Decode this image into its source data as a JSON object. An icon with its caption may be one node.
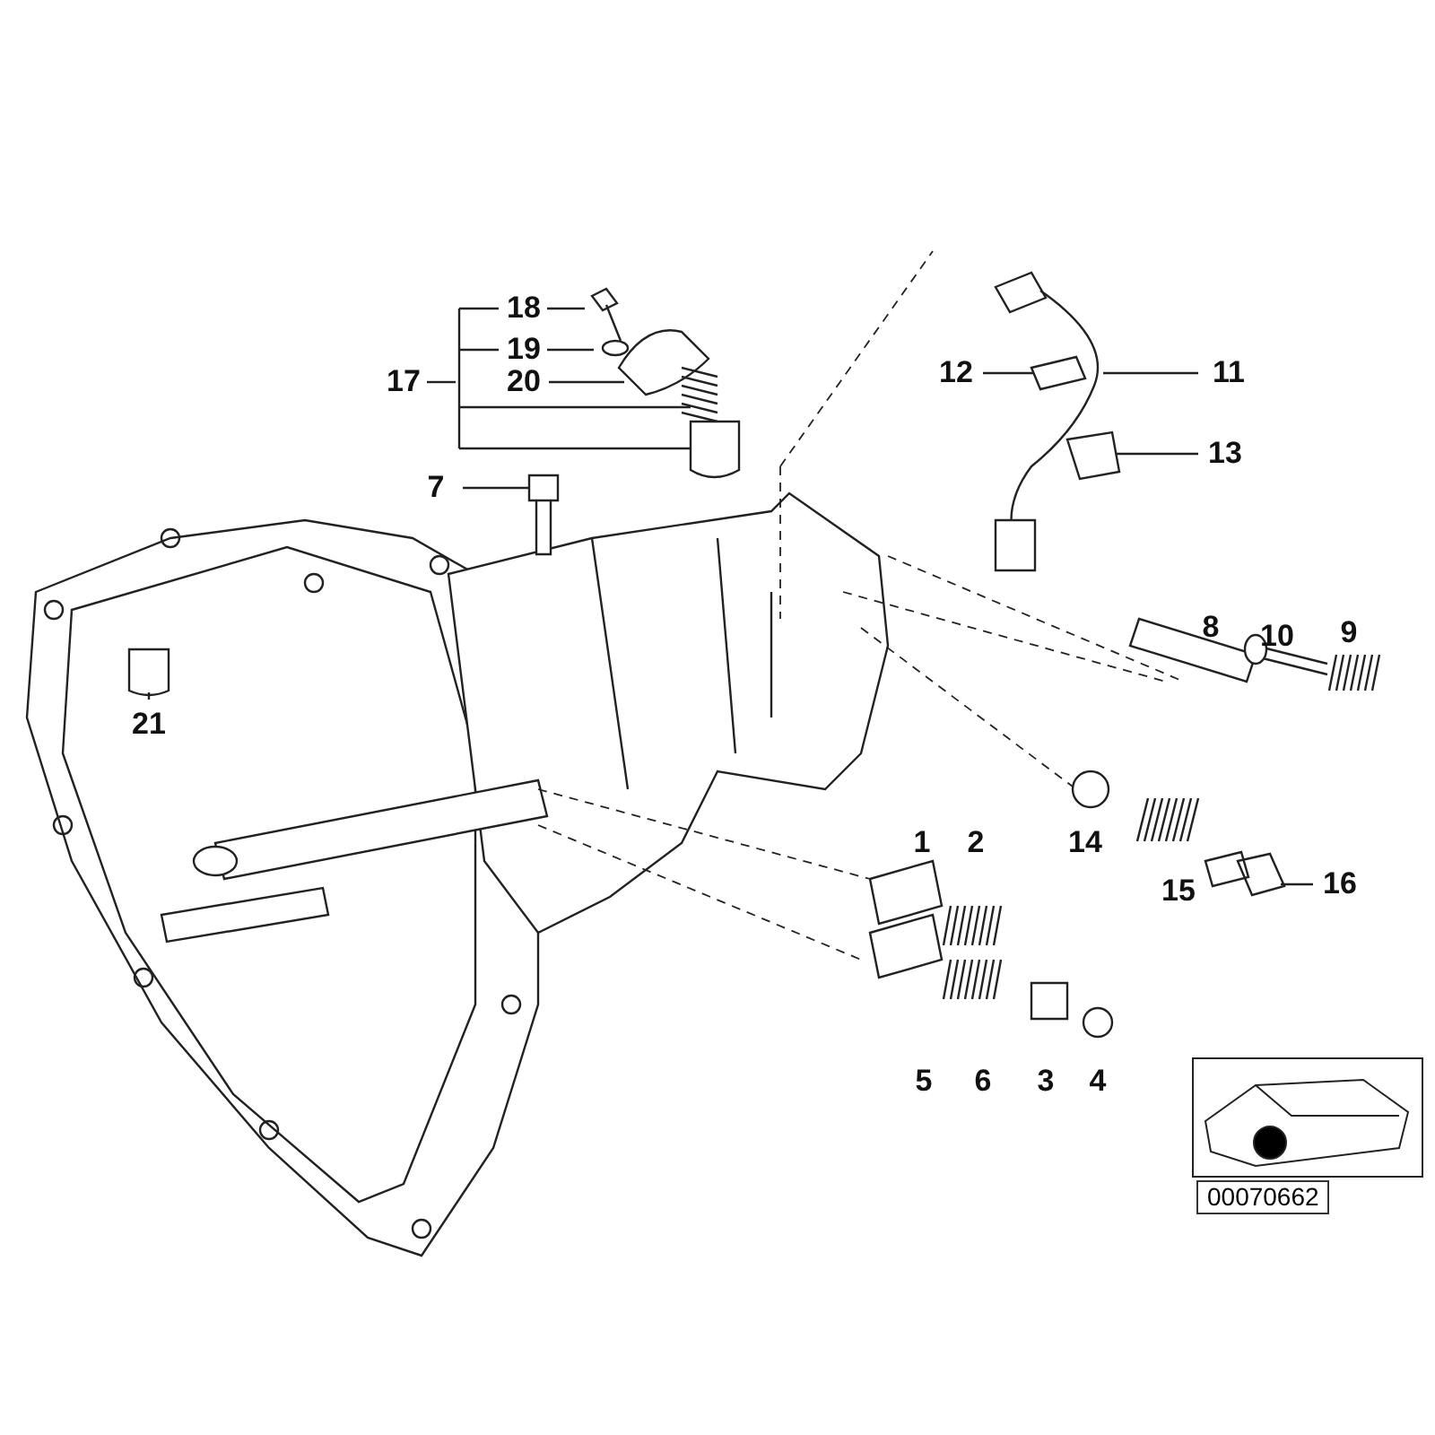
{
  "diagram": {
    "nodes": [
      {
        "text": [
          "7"
        ]
      },
      {
        "text": [
          "11"
        ]
      },
      {
        "text": [
          "12"
        ]
      },
      {
        "text": [
          "13"
        ]
      },
      {
        "text": [
          "16"
        ]
      },
      {
        "text": [
          "17"
        ]
      },
      {
        "text": [
          "18"
        ]
      },
      {
        "text": [
          "19"
        ]
      },
      {
        "text": [
          "20"
        ]
      },
      {
        "text": [
          "21"
        ]
      },
      {
        "text": [
          "00070662"
        ]
      }
    ],
    "edges": [
      {
        "from": 0,
        "to": null,
        "arrow": "none"
      },
      {
        "from": 1,
        "to": null,
        "arrow": "none"
      },
      {
        "from": 2,
        "to": null,
        "arrow": "none"
      },
      {
        "from": 3,
        "to": null,
        "arrow": "none"
      },
      {
        "from": 4,
        "to": null,
        "arrow": "none"
      },
      {
        "from": 5,
        "to": null,
        "arrow": "none"
      },
      {
        "from": 6,
        "to": null,
        "arrow": "none"
      },
      {
        "from": 7,
        "to": null,
        "arrow": "none"
      },
      {
        "from": 8,
        "to": null,
        "arrow": "none"
      },
      {
        "from": 9,
        "to": null,
        "arrow": "none"
      }
    ],
    "labels": [
      "8",
      "10",
      "9",
      "1",
      "2",
      "14",
      "15",
      "5",
      "6",
      "3",
      "4"
    ]
  }
}
